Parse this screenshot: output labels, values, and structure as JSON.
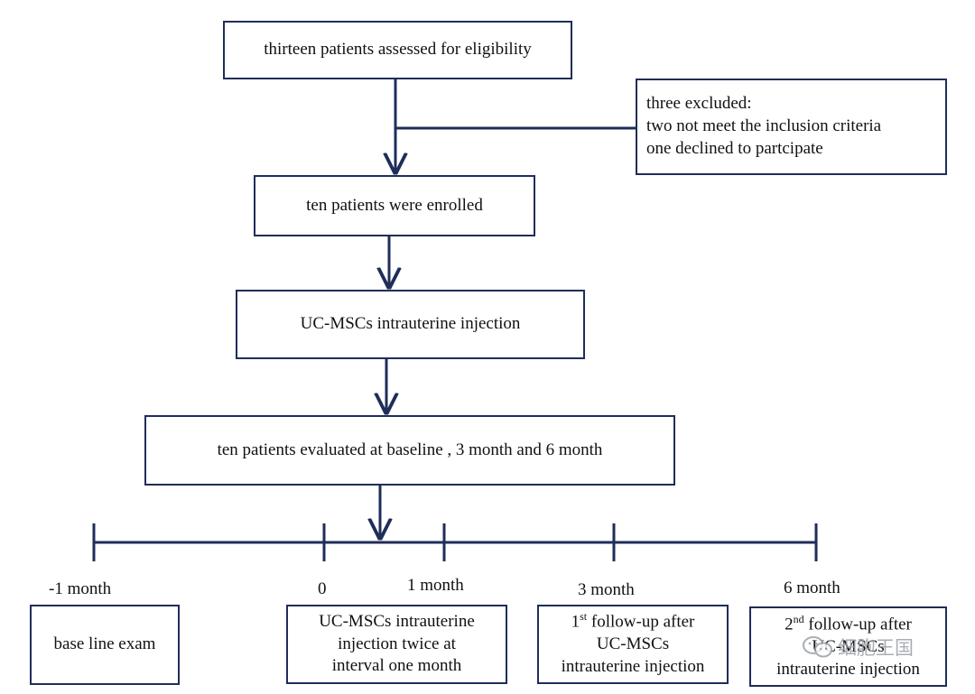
{
  "flow": {
    "assessed": "thirteen patients assessed for eligibility",
    "excluded": {
      "title": "three excluded:",
      "line1": "two not meet the inclusion criteria",
      "line2": "one declined to partcipate"
    },
    "enrolled": "ten patients were enrolled",
    "injection": "UC-MSCs intrauterine injection",
    "evaluated": "ten patients evaluated at baseline , 3 month and 6 month"
  },
  "timeline": {
    "ticks": [
      "-1 month",
      "0",
      "1 month",
      "3 month",
      "6 month"
    ],
    "boxes": {
      "baseline": "base line exam",
      "injection": [
        "UC-MSCs intrauterine",
        "injection twice at",
        "interval one month"
      ],
      "followup1": {
        "prefix": "1",
        "sup": "st",
        "rest": " follow-up after",
        "line2": "UC-MSCs",
        "line3": "intrauterine injection"
      },
      "followup2": {
        "prefix": "2",
        "sup": "nd",
        "rest": " follow-up after",
        "line2": "UC-MSCs",
        "line3": "intrauterine injection"
      }
    }
  },
  "watermark": {
    "text": "细胞王国",
    "icon": "wechat-icon"
  },
  "colors": {
    "line": "#1f2d5a",
    "border": "#1f2d5a",
    "text": "#111111"
  }
}
